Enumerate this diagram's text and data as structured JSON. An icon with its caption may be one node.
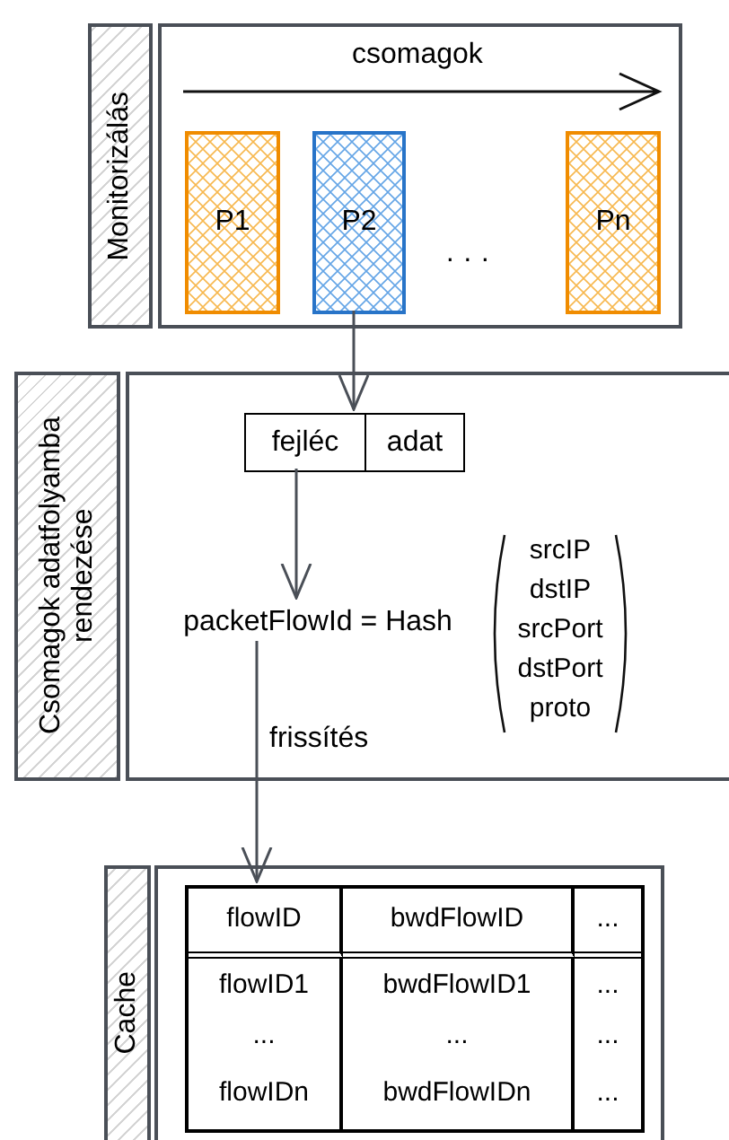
{
  "diagram": {
    "nodes": [
      {
        "text": [
          "Monitorizálás"
        ]
      },
      {
        "text": [],
        "shape": "box"
      },
      {
        "text": [
          "P1"
        ],
        "in": 1
      },
      {
        "text": [
          "P2"
        ],
        "in": 1
      },
      {
        "text": [
          "Pn"
        ],
        "in": 1
      },
      {
        "text": [
          "Csomagok adatfolyamba rendezése"
        ]
      },
      {
        "text": [],
        "shape": "box"
      },
      {
        "text": [
          "fejléc"
        ],
        "in": 6
      },
      {
        "text": [
          "adat"
        ],
        "in": 6
      },
      {
        "text": [
          "packetFlowId = Hash"
        ],
        "in": 6
      },
      {
        "text": [
          "Cache"
        ]
      },
      {
        "text": [],
        "shape": "box"
      },
      {
        "text": [],
        "shape": "box",
        "in": 11
      }
    ],
    "edges": [
      {
        "from": 3,
        "to": 7,
        "arrow": "to"
      },
      {
        "from": 7,
        "to": 9,
        "arrow": "to"
      },
      {
        "from": 9,
        "to": 12,
        "arrow": "to",
        "label": "frissítés"
      }
    ],
    "labels": [
      "csomagok",
      "· · ·",
      "srcIP dstIP srcPort dstPort proto",
      "flowID",
      "bwdFlowID",
      "...",
      "flowID1",
      "bwdFlowID1",
      "...",
      "...",
      "...",
      "...",
      "flowIDn",
      "bwdFlowIDn",
      "..."
    ]
  }
}
